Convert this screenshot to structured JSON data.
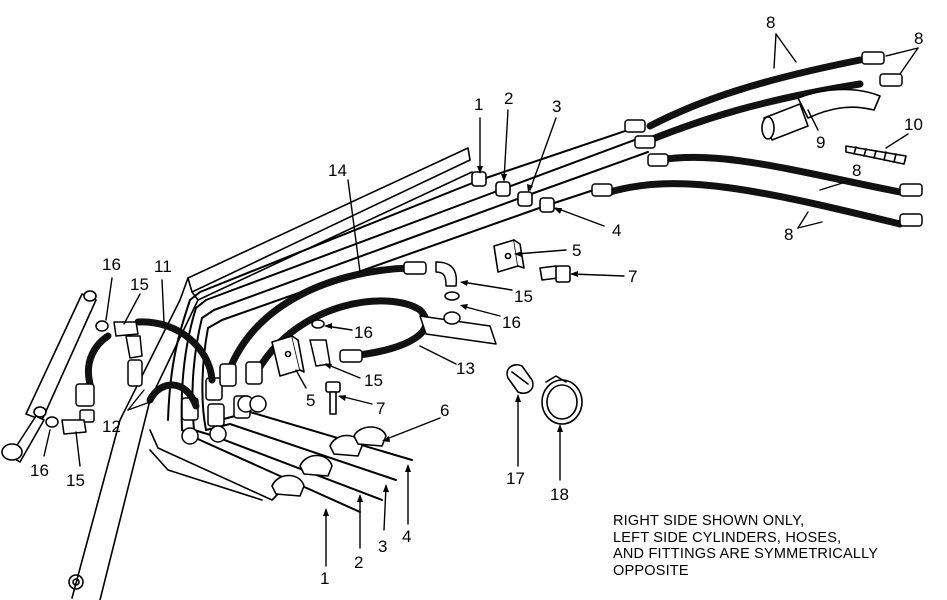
{
  "note": {
    "line1": "RIGHT SIDE SHOWN ONLY,",
    "line2": "LEFT SIDE CYLINDERS, HOSES,",
    "line3": "AND FITTINGS ARE SYMMETRICALLY",
    "line4": "OPPOSITE"
  },
  "callouts": {
    "c1_top": "1",
    "c2_top": "2",
    "c3_top": "3",
    "c4_right": "4",
    "c5_right": "5",
    "c7_right": "7",
    "c8_tl": "8",
    "c8_tr": "8",
    "c8_mr": "8",
    "c8_bl": "8",
    "c9": "9",
    "c10": "10",
    "c14": "14",
    "c15_mid": "15",
    "c16_mid": "16",
    "c16_left": "16",
    "c11": "11",
    "c15_left": "15",
    "c12": "12",
    "c16_bot": "16",
    "c15_bot": "15",
    "c16_center": "16",
    "c15_center": "15",
    "c13": "13",
    "c5_center": "5",
    "c7_center": "7",
    "c6": "6",
    "c1_bot": "1",
    "c2_bot": "2",
    "c3_bot": "3",
    "c4_bot": "4",
    "c17": "17",
    "c18": "18"
  }
}
